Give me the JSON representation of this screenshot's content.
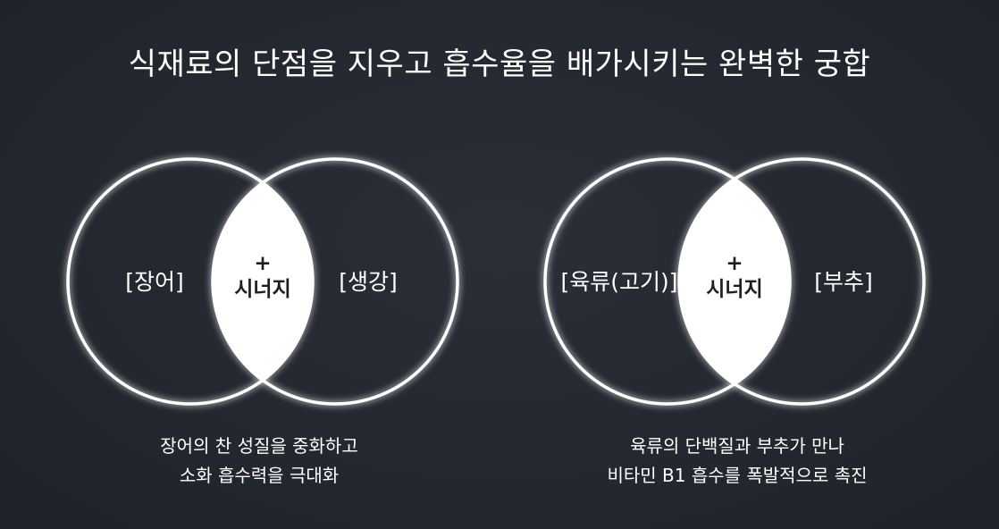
{
  "title": "식재료의 단점을 지우고 흡수율을 배가시키는 완벽한 궁합",
  "diagrams": [
    {
      "left_label": "[장어]",
      "right_label": "[생강]",
      "intersection_plus": "+",
      "intersection_label": "시너지",
      "caption_lines": [
        "장어의 찬 성질을 중화하고",
        "소화 흡수력을 극대화"
      ]
    },
    {
      "left_label": "[육류(고기)]",
      "right_label": "[부추]",
      "intersection_plus": "+",
      "intersection_label": "시너지",
      "caption_lines": [
        "육류의 단백질과 부추가 만나",
        "비타민 B1 흡수를 폭발적으로 촉진"
      ]
    }
  ],
  "colors": {
    "background": "#23272f",
    "circle_stroke": "#ffffff",
    "intersection_fill": "#ffffff",
    "intersection_text": "#1c1f25"
  }
}
